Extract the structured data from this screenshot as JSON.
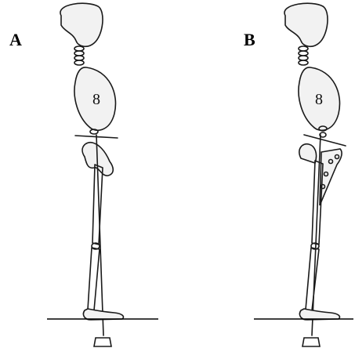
{
  "panels": [
    {
      "label": "A",
      "torso_marking": "8"
    },
    {
      "label": "B",
      "torso_marking": "8"
    }
  ]
}
